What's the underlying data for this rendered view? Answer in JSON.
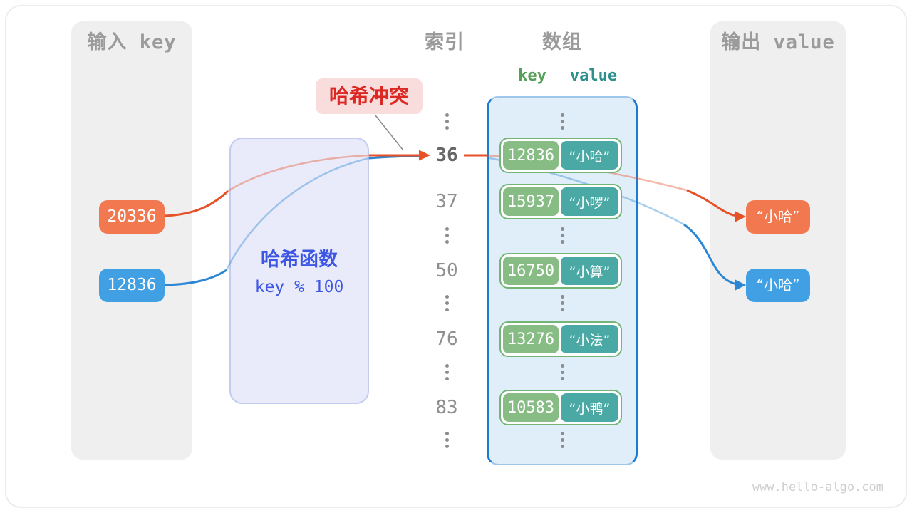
{
  "page": {
    "watermark": "www.hello-algo.com"
  },
  "colors": {
    "panel_gray": "#EFEFEF",
    "header_gray": "#9B9B9B",
    "orange": "#F2794F",
    "blue": "#41A0E4",
    "orange_line": "#E65127",
    "blue_line": "#2B87D3",
    "key_green": "#87BC85",
    "value_teal": "#4AA9A5",
    "pair_border": "#72B575",
    "array_bg": "#E0EEF9",
    "array_border": "#1B7AD2",
    "hash_bg": "#E9EBFA",
    "hash_text": "#3D56E3",
    "collision_bg": "#F9DCDC",
    "collision_text": "#DC2722"
  },
  "input_panel": {
    "title": "输入 key",
    "keys": [
      {
        "value": "20336",
        "color": "orange"
      },
      {
        "value": "12836",
        "color": "blue"
      }
    ]
  },
  "hash_box": {
    "title": "哈希函数",
    "formula": "key % 100"
  },
  "collision_label": {
    "text": "哈希冲突"
  },
  "index_column": {
    "title": "索引",
    "items": [
      {
        "type": "dots"
      },
      {
        "type": "value",
        "text": "36",
        "emphasis": true
      },
      {
        "type": "value",
        "text": "37"
      },
      {
        "type": "dots"
      },
      {
        "type": "value",
        "text": "50"
      },
      {
        "type": "dots"
      },
      {
        "type": "value",
        "text": "76"
      },
      {
        "type": "dots"
      },
      {
        "type": "value",
        "text": "83"
      },
      {
        "type": "dots"
      }
    ]
  },
  "array_column": {
    "title": "数组",
    "key_header": "key",
    "value_header": "value",
    "rows": [
      {
        "type": "dots"
      },
      {
        "type": "pair",
        "key": "12836",
        "value": "“小哈”"
      },
      {
        "type": "pair",
        "key": "15937",
        "value": "“小啰”"
      },
      {
        "type": "dots"
      },
      {
        "type": "pair",
        "key": "16750",
        "value": "“小算”"
      },
      {
        "type": "dots"
      },
      {
        "type": "pair",
        "key": "13276",
        "value": "“小法”"
      },
      {
        "type": "dots"
      },
      {
        "type": "pair",
        "key": "10583",
        "value": "“小鸭”"
      },
      {
        "type": "dots"
      }
    ]
  },
  "output_panel": {
    "title": "输出 value",
    "values": [
      {
        "text": "“小哈”",
        "color": "orange"
      },
      {
        "text": "“小哈”",
        "color": "blue"
      }
    ]
  }
}
